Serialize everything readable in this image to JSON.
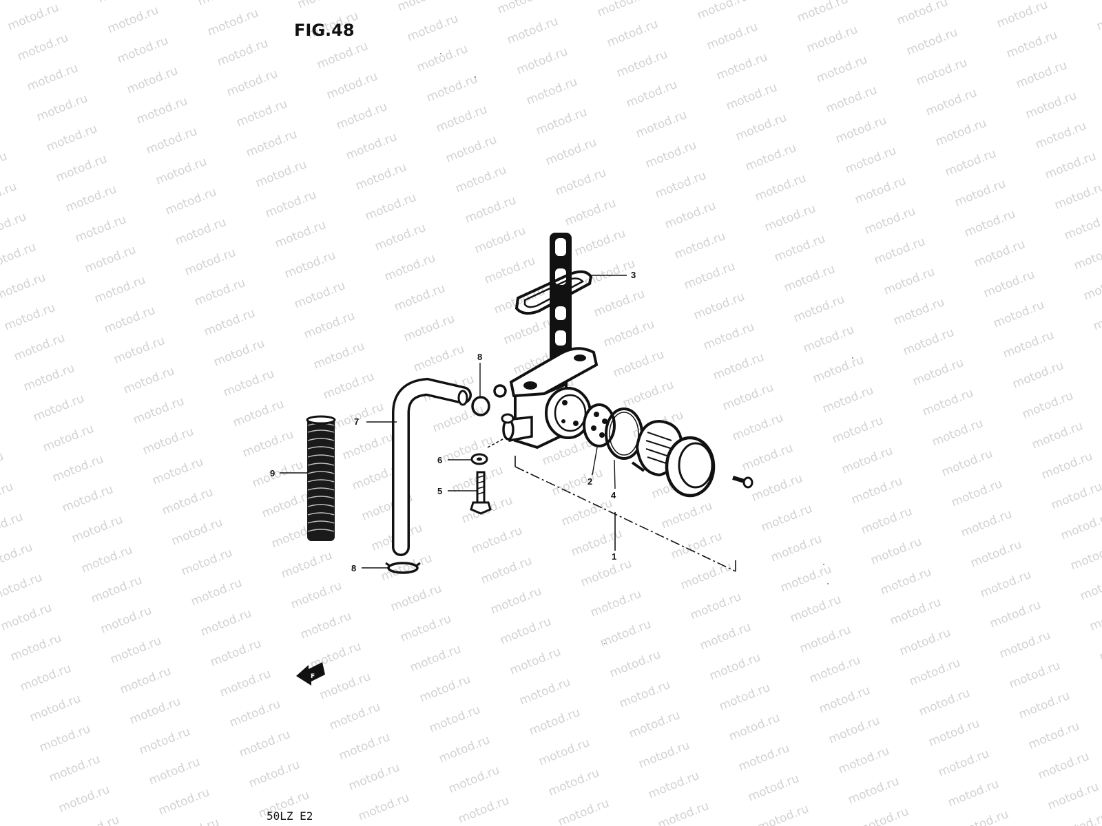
{
  "figure": {
    "title": "FIG.48",
    "model_code": "50LZ E2"
  },
  "watermark": {
    "text": "motod.ru",
    "color": "#d2d2d2"
  },
  "callouts": [
    {
      "id": "c3",
      "label": "3"
    },
    {
      "id": "c8a",
      "label": "8"
    },
    {
      "id": "c7",
      "label": "7"
    },
    {
      "id": "c9",
      "label": "9"
    },
    {
      "id": "c6",
      "label": "6"
    },
    {
      "id": "c5",
      "label": "5"
    },
    {
      "id": "c2",
      "label": "2"
    },
    {
      "id": "c4",
      "label": "4"
    },
    {
      "id": "c1",
      "label": "1"
    },
    {
      "id": "c8b",
      "label": "8"
    }
  ],
  "front_arrow": {
    "label": "F"
  }
}
